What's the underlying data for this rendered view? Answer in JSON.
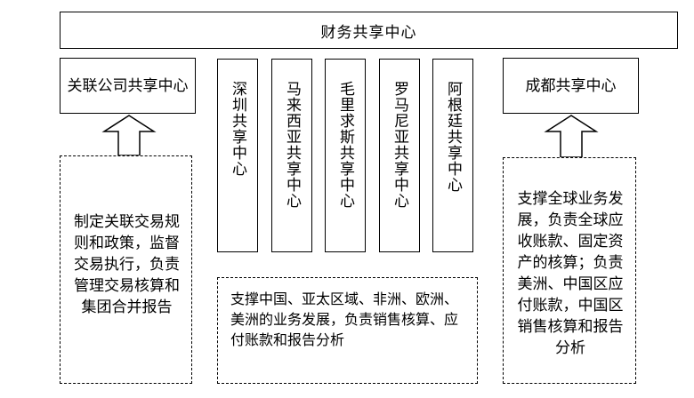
{
  "diagram": {
    "top": {
      "label": "财务共享中心"
    },
    "left_center": {
      "label": "关联公司共享中心"
    },
    "right_center": {
      "label": "成都共享中心"
    },
    "vertical_centers": [
      {
        "label": "深圳共享中心"
      },
      {
        "label": "马来西亚共享中心"
      },
      {
        "label": "毛里求斯共享中心"
      },
      {
        "label": "罗马尼亚共享中心"
      },
      {
        "label": "阿根廷共享中心"
      }
    ],
    "left_description": "制定关联交易规则和政策，监督交易执行，负责管理交易核算和集团合并报告",
    "right_description": "支撑全球业务发展，负责全球应收账款、固定资产的核算；负责美洲、中国区应付账款，中国区销售核算和报告分析",
    "bottom_description": "支撑中国、亚太区域、非洲、欧洲、美洲的业务发展，负责销售核算、应付账款和报告分析"
  }
}
